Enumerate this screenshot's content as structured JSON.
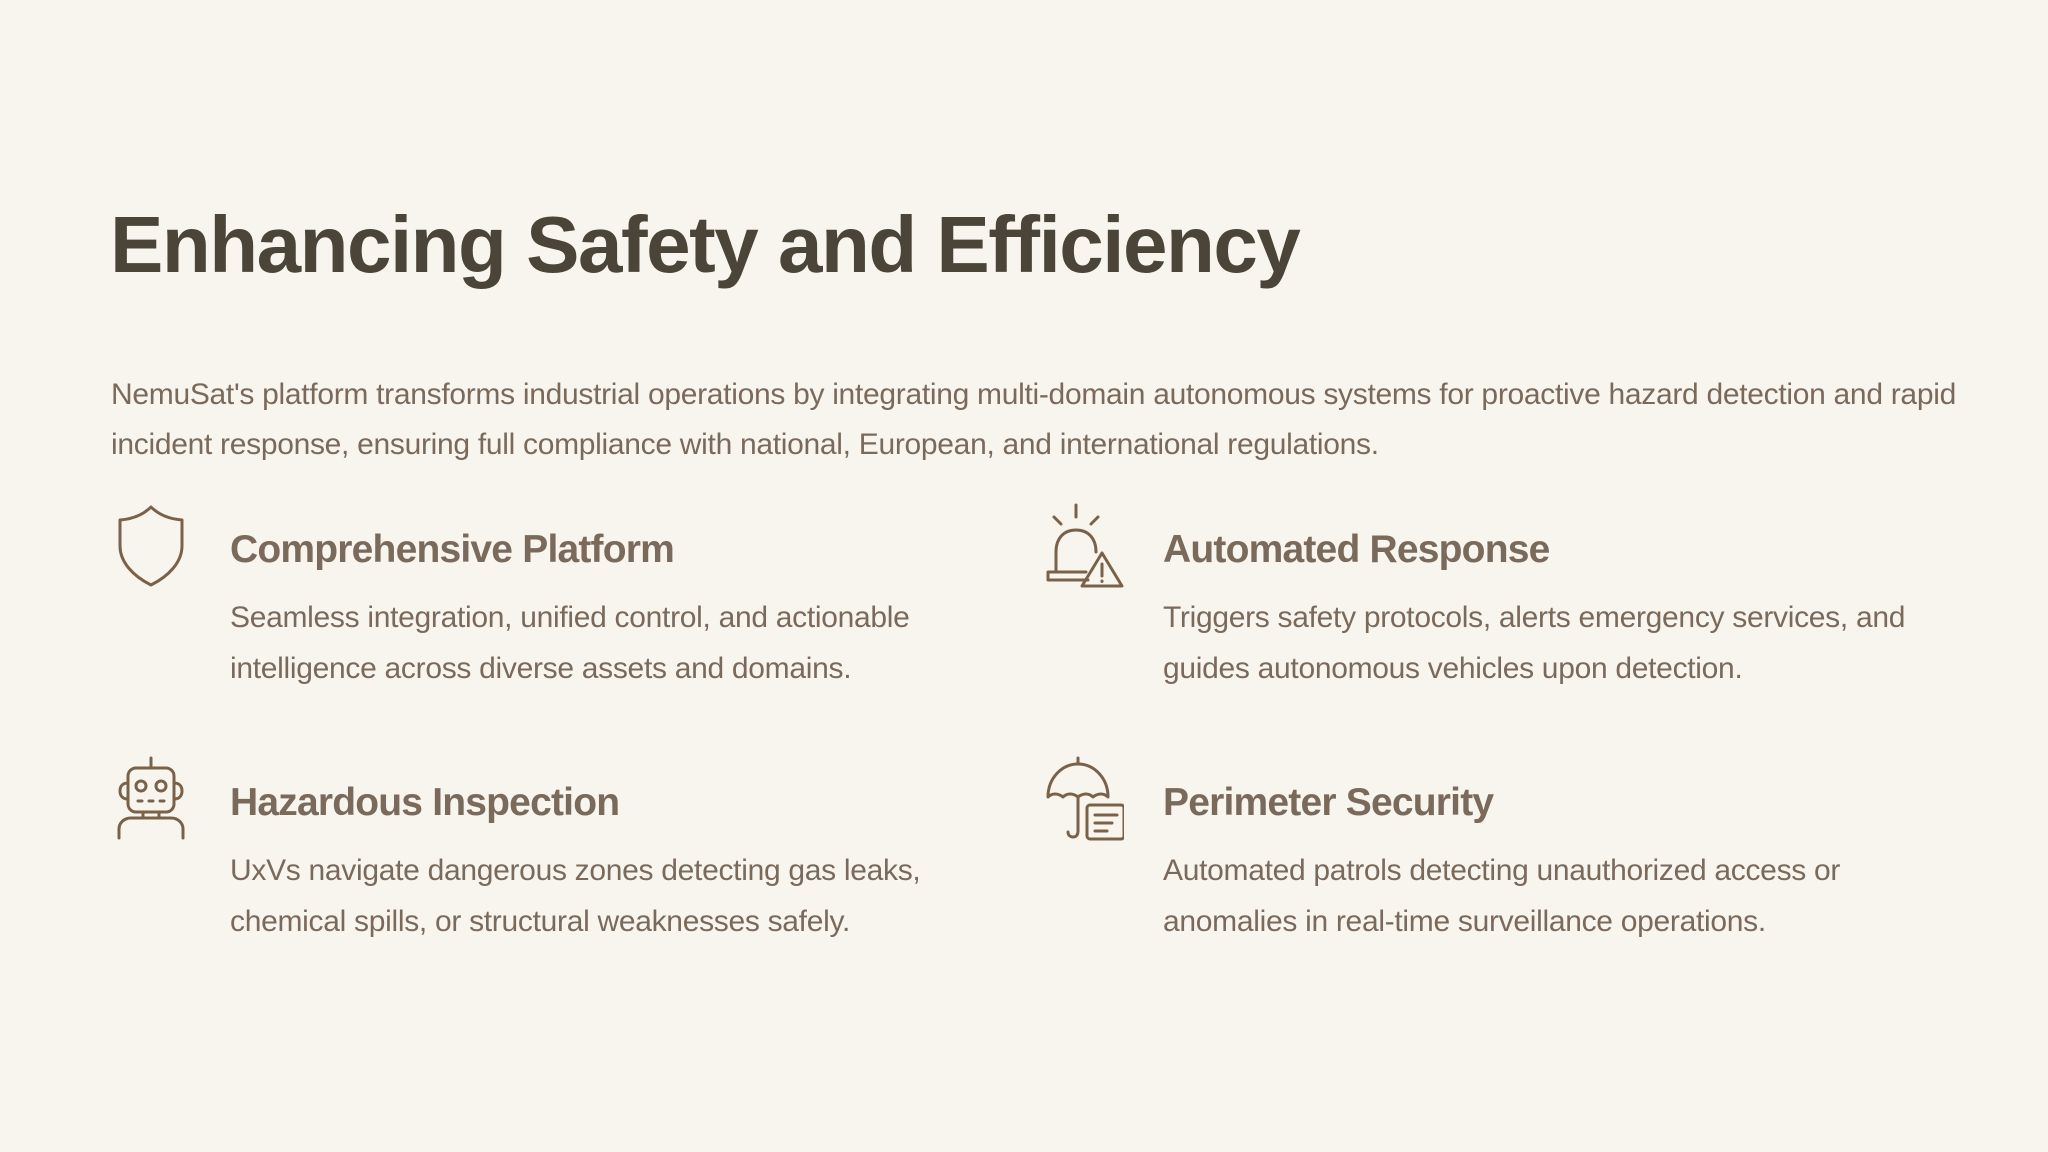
{
  "slide": {
    "title": "Enhancing Safety and Efficiency",
    "intro": "NemuSat's platform transforms industrial operations by integrating multi-domain autonomous systems for proactive hazard detection and rapid incident response, ensuring full compliance with national, European, and international regulations.",
    "accent_color": "#7a6249",
    "items": [
      {
        "icon": "shield-icon",
        "heading": "Comprehensive Platform",
        "description": "Seamless integration, unified control, and actionable intelligence across diverse assets and domains."
      },
      {
        "icon": "siren-warning-icon",
        "heading": "Automated Response",
        "description": "Triggers safety protocols, alerts emergency services, and guides autonomous vehicles upon detection."
      },
      {
        "icon": "robot-icon",
        "heading": "Hazardous Inspection",
        "description": "UxVs navigate dangerous zones detecting gas leaks, chemical spills, or structural weaknesses safely."
      },
      {
        "icon": "umbrella-document-icon",
        "heading": "Perimeter Security",
        "description": "Automated patrols detecting unauthorized access or anomalies in real-time surveillance operations."
      }
    ]
  }
}
